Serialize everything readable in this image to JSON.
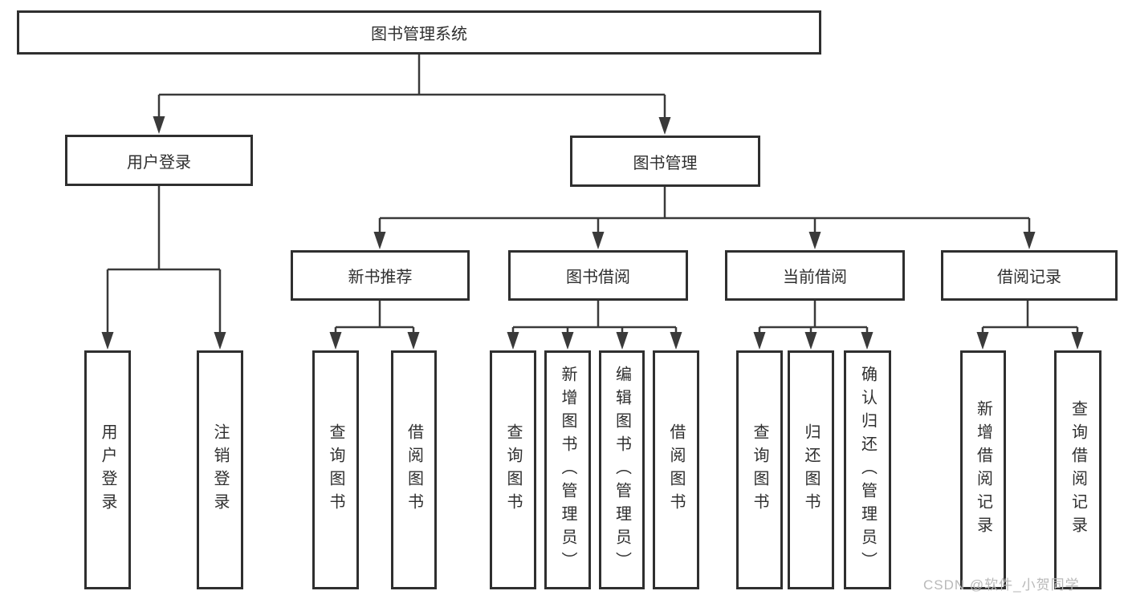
{
  "diagram": {
    "type": "tree",
    "title": "图书管理系统"
  },
  "colors": {
    "line": "#3a3a3a",
    "box_border": "#2f2f2f",
    "text": "#2f2f2f",
    "background": "#ffffff",
    "watermark": "#b9b9b9"
  },
  "watermark": "CSDN @软件_小贺同学",
  "nodes": {
    "root": {
      "label": "图书管理系统"
    },
    "level2": {
      "user_login": {
        "label": "用户登录"
      },
      "book_mgmt": {
        "label": "图书管理"
      }
    },
    "level3": {
      "new_book_rec": {
        "label": "新书推荐"
      },
      "book_borrow": {
        "label": "图书借阅"
      },
      "current_borrow": {
        "label": "当前借阅"
      },
      "borrow_records": {
        "label": "借阅记录"
      }
    },
    "leaves": {
      "user_login": {
        "label": "用户登录",
        "parent": "用户登录"
      },
      "logout": {
        "label": "注销登录",
        "parent": "用户登录"
      },
      "rec_query_book": {
        "label": "查询图书",
        "parent": "新书推荐"
      },
      "rec_borrow_book": {
        "label": "借阅图书",
        "parent": "新书推荐"
      },
      "bor_query_book": {
        "label": "查询图书",
        "parent": "图书借阅"
      },
      "bor_add_book": {
        "label": "新增图书（管理员）",
        "parent": "图书借阅"
      },
      "bor_edit_book": {
        "label": "编辑图书（管理员）",
        "parent": "图书借阅"
      },
      "bor_borrow_book": {
        "label": "借阅图书",
        "parent": "图书借阅"
      },
      "cur_query_book": {
        "label": "查询图书",
        "parent": "当前借阅"
      },
      "cur_return_book": {
        "label": "归还图书",
        "parent": "当前借阅"
      },
      "cur_confirm_return": {
        "label": "确认归还（管理员）",
        "parent": "当前借阅"
      },
      "log_add_record": {
        "label": "新增借阅记录",
        "parent": "借阅记录"
      },
      "log_query_record": {
        "label": "查询借阅记录",
        "parent": "借阅记录"
      }
    }
  }
}
